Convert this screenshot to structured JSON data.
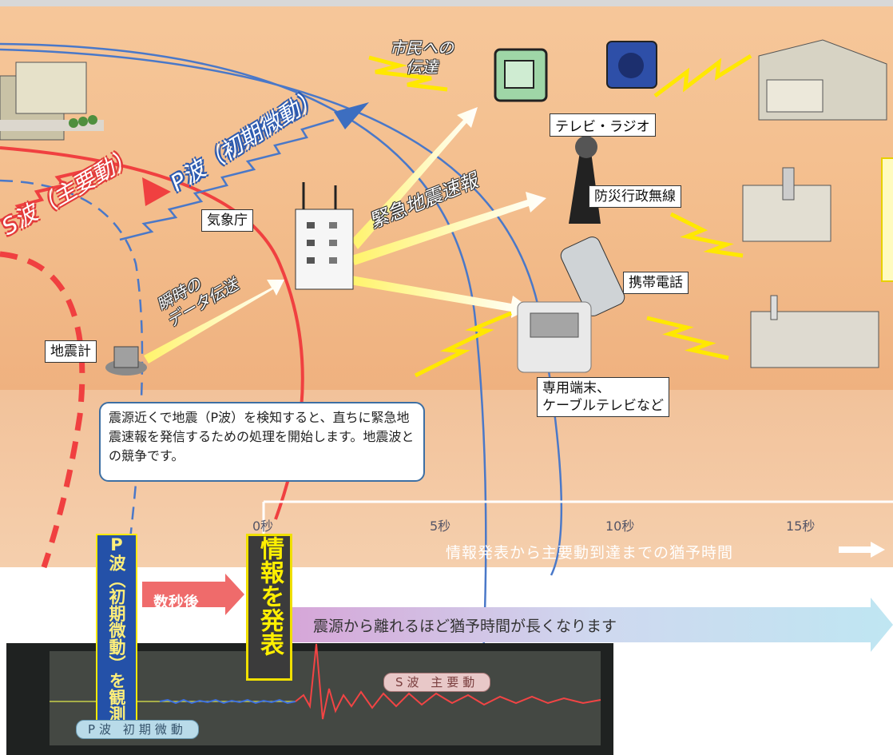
{
  "labels": {
    "citizens": "市民への\n伝達",
    "tv_radio": "テレビ・ラジオ",
    "disaster_radio": "防災行政無線",
    "mobile": "携帯電話",
    "jma": "気象庁",
    "seismometer": "地震計",
    "terminal": "専用端末、\nケーブルテレビなど",
    "eew": "緊急地震速報",
    "data_tx": "瞬時の\nデータ伝送",
    "p_wave": "P波（初期微動）",
    "s_wave": "S波（主要動）"
  },
  "callout_text": "震源近くで地震（P波）を検知すると、直ちに緊急地震速報を発信するための処理を開始します。地震波との競争です。",
  "timeline": {
    "ticks": [
      "0秒",
      "5秒",
      "10秒",
      "15秒"
    ],
    "grace_label": "情報発表から主要動到達までの猶予時間"
  },
  "bottom": {
    "p_observed": "P波（初期微動）を観測",
    "after_seconds": "数秒後",
    "info_issued": "情報を発表",
    "longer_grace": "震源から離れるほど猶予時間が長くなります",
    "s_pill": "S波 主要動",
    "p_pill": "P波 初期微動"
  },
  "colors": {
    "s_wave": "#f04040",
    "p_wave": "#4a78c8",
    "arrow_yellow": "#fff36a",
    "band_top": "#f4c08e",
    "callout_border": "#3d6fa3"
  }
}
